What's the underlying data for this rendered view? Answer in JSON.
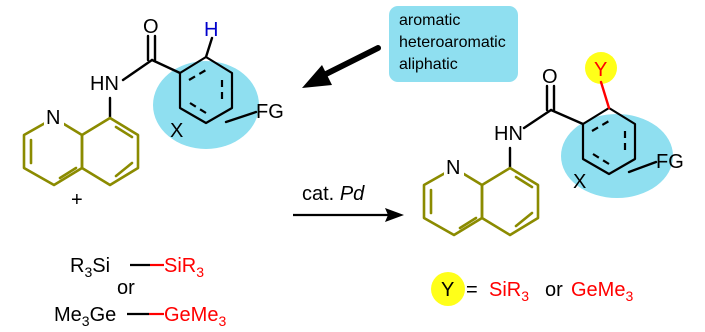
{
  "substrate": {
    "carbonyl_o": "O",
    "h_atom": "H",
    "nh": "HN",
    "ring_x": "X",
    "fg": "FG",
    "quinoline_n": "N"
  },
  "callout": {
    "lines": [
      "aromatic",
      "heteroaromatic",
      "aliphatic"
    ]
  },
  "plus": "+",
  "reagent_1": {
    "left": "R3Si",
    "right": "SiR3"
  },
  "or": "or",
  "reagent_2": {
    "left": "Me3Ge",
    "right": "GeMe3"
  },
  "arrow": {
    "prefix": "cat.",
    "catalyst": "Pd"
  },
  "product": {
    "carbonyl_o": "O",
    "y_atom": "Y",
    "nh": "HN",
    "ring_x": "X",
    "fg": "FG",
    "quinoline_n": "N"
  },
  "legend": {
    "y": "Y",
    "equals": "=",
    "opt1": "SiR3",
    "or": "or",
    "opt2": "GeMe3"
  },
  "colors": {
    "highlight_blue": "#8fdff0",
    "highlight_yellow": "#ffff19",
    "quinoline": "#8b8b00",
    "silyl_red": "#ff0000",
    "hydrogen_blue": "#0000cc"
  }
}
